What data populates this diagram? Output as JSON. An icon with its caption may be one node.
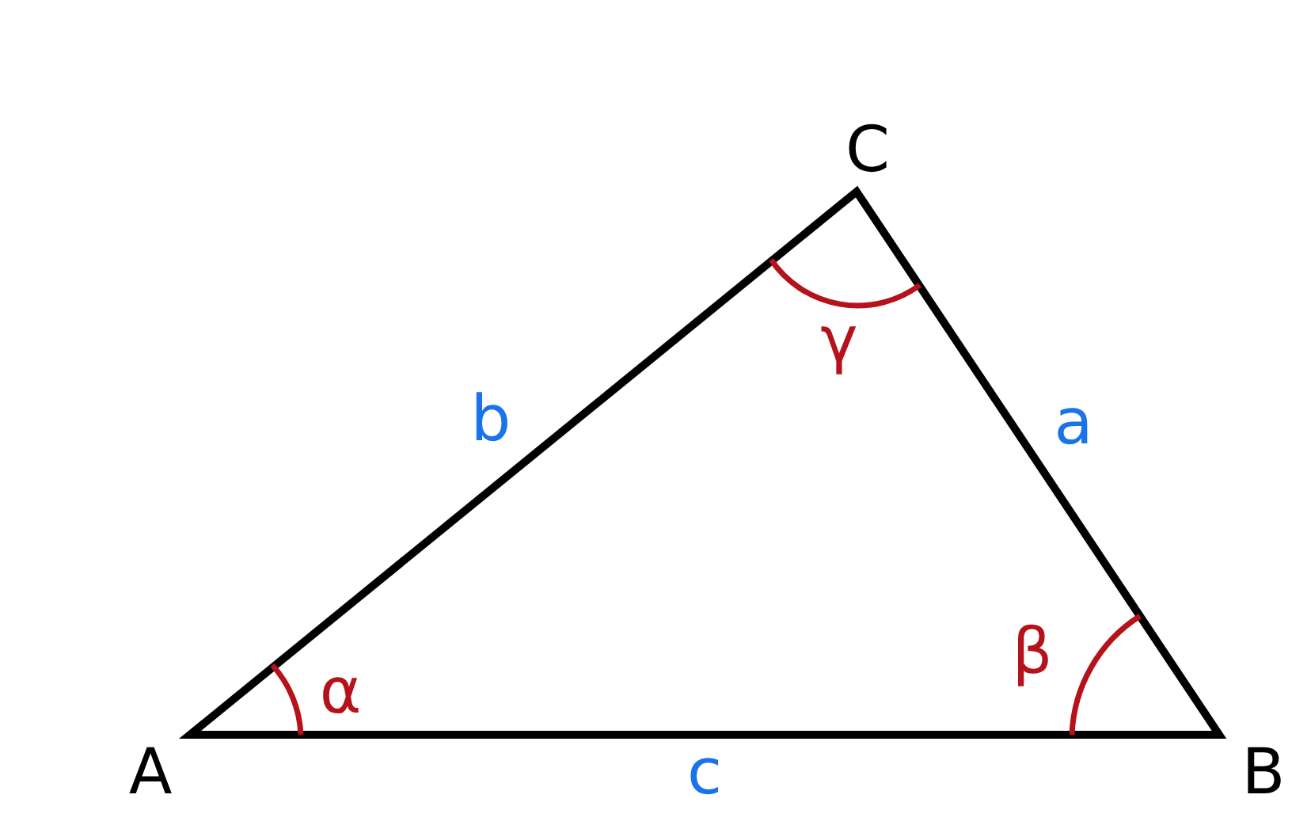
{
  "diagram": {
    "labels": [
      "C",
      "b",
      "γ",
      "a",
      "β",
      "α",
      "A",
      "c",
      "B"
    ]
  }
}
